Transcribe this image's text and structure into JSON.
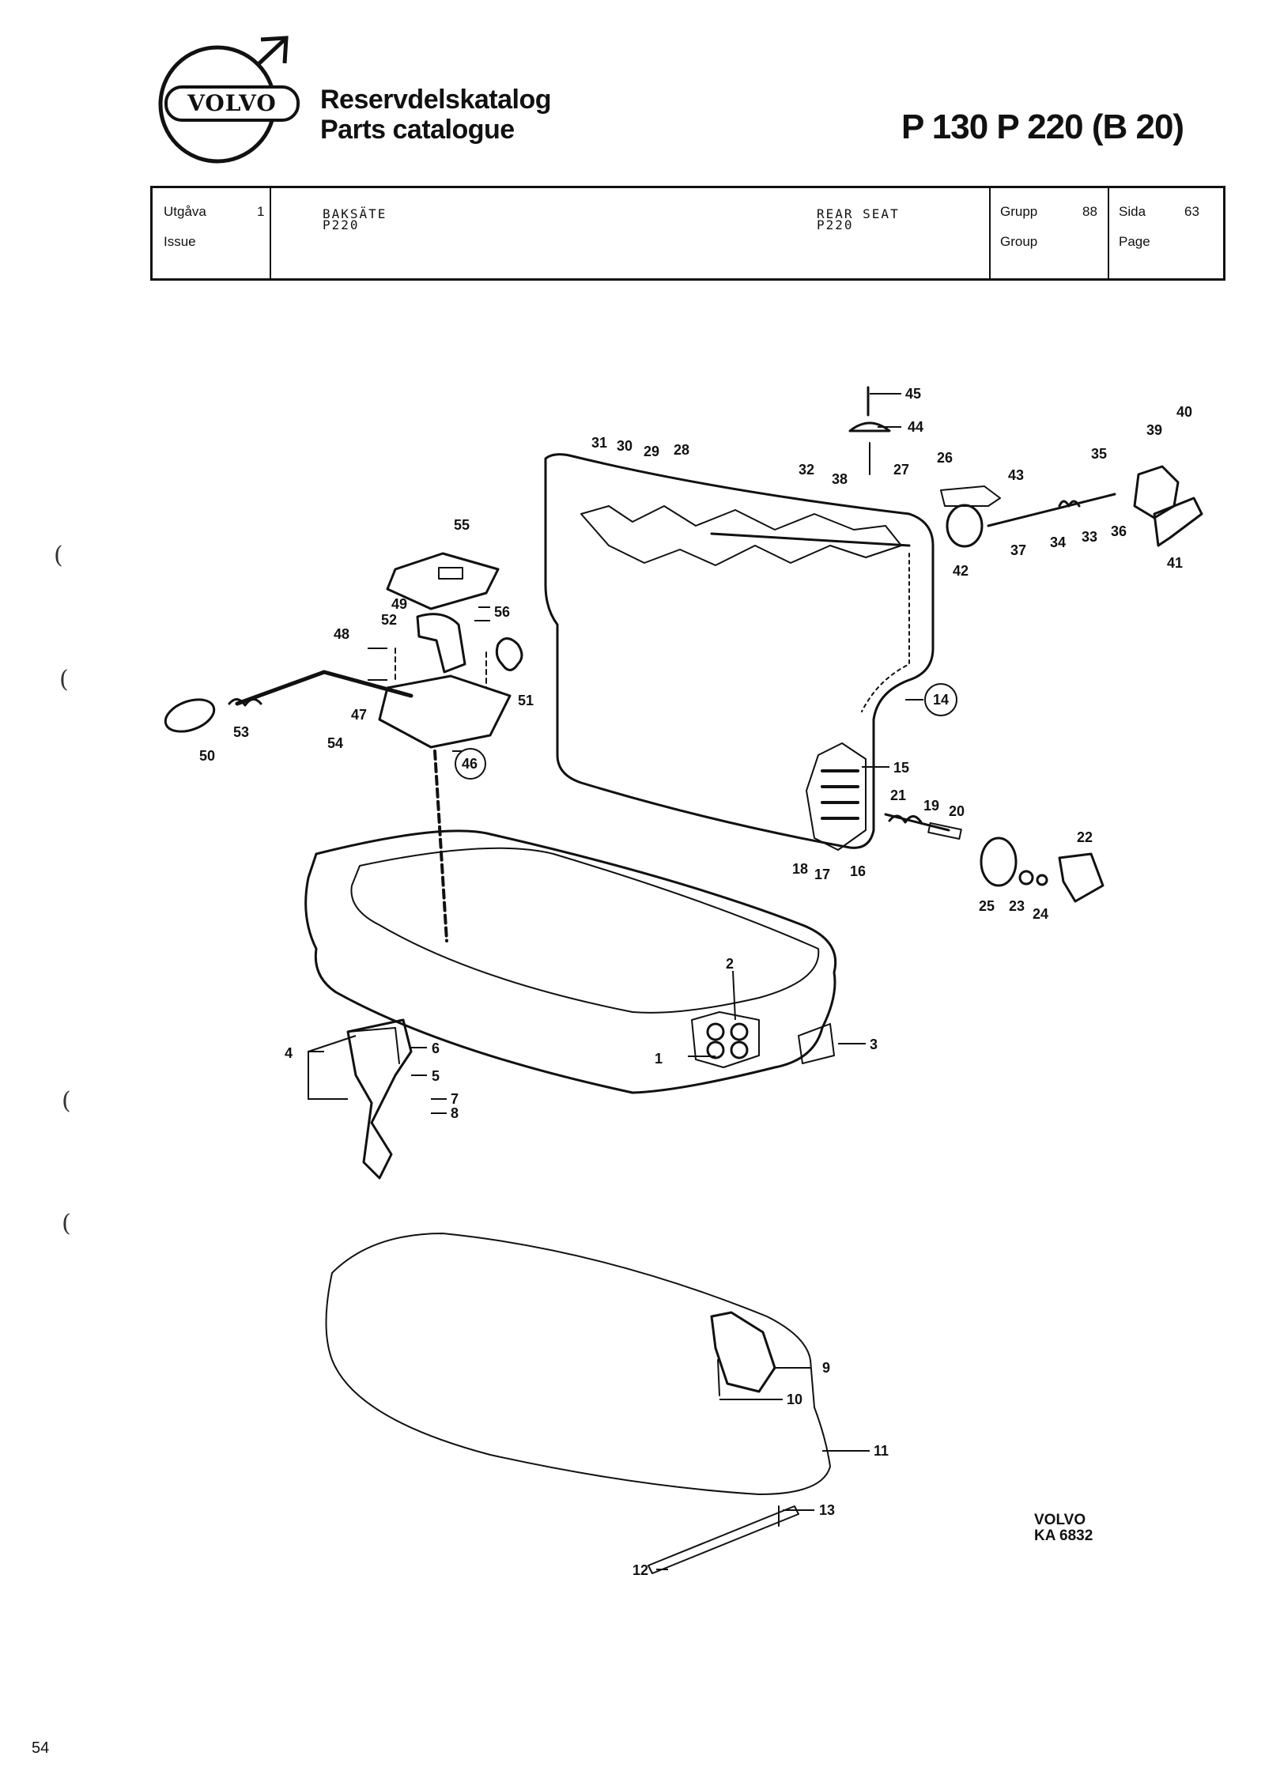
{
  "header": {
    "brand": "VOLVO",
    "catalog_title_sv": "Reservdelskatalog",
    "catalog_title_en": "Parts catalogue",
    "models": "P 130  P 220 (B 20)"
  },
  "info_table": {
    "issue_label_sv": "Utgåva",
    "issue_label_en": "Issue",
    "issue_value": "1",
    "desc_sv_line1": "BAKSÄTE",
    "desc_sv_line2": "P220",
    "desc_en_line1": "REAR SEAT",
    "desc_en_line2": "P220",
    "group_label_sv": "Grupp",
    "group_label_en": "Group",
    "group_value": "88",
    "page_label_sv": "Sida",
    "page_label_en": "Page",
    "page_value": "63"
  },
  "diagram": {
    "callouts": [
      "1",
      "2",
      "3",
      "4",
      "5",
      "6",
      "7",
      "8",
      "9",
      "10",
      "11",
      "12",
      "13",
      "14",
      "15",
      "16",
      "17",
      "18",
      "19",
      "20",
      "21",
      "22",
      "23",
      "24",
      "25",
      "26",
      "27",
      "28",
      "29",
      "30",
      "31",
      "32",
      "33",
      "34",
      "35",
      "36",
      "37",
      "38",
      "39",
      "40",
      "41",
      "42",
      "43",
      "44",
      "45",
      "46",
      "47",
      "48",
      "49",
      "50",
      "51",
      "52",
      "53",
      "54",
      "55",
      "56"
    ],
    "circled_callouts": [
      "14",
      "46"
    ]
  },
  "footer": {
    "ref_brand": "VOLVO",
    "ref_code": "KA 6832",
    "page_number": "54"
  },
  "margin_marks": [
    "(",
    "(",
    "(",
    "("
  ]
}
